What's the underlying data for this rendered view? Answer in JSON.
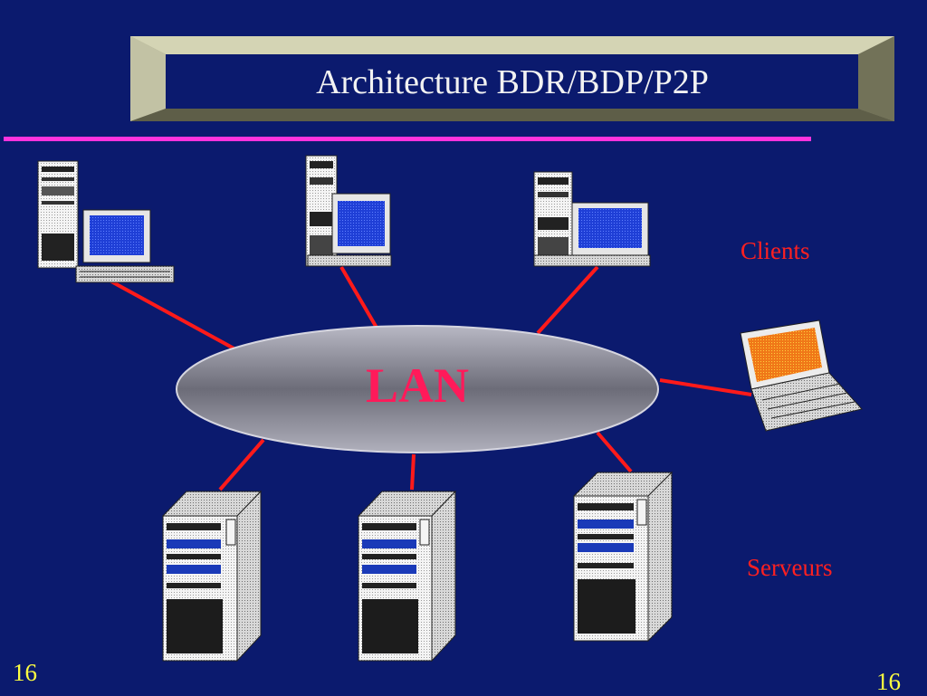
{
  "slide": {
    "title": "Architecture BDR/BDP/P2P",
    "lan_label": "LAN",
    "clients_label": "Clients",
    "servers_label": "Serveurs",
    "page_number_left": "16",
    "page_number_right": "16"
  },
  "colors": {
    "background": "#0b1a6e",
    "title_text": "#f2f2f2",
    "divider": "#ff33dd",
    "link": "#ff1a1a",
    "lan_text": "#ff1a5a",
    "labels": "#ff2020",
    "page_number": "#ffff40"
  },
  "icons": {
    "clients": [
      "desktop-computer-icon",
      "desktop-computer-icon",
      "desktop-computer-icon",
      "laptop-icon"
    ],
    "servers": [
      "server-tower-icon",
      "server-tower-icon",
      "server-tower-icon"
    ]
  }
}
